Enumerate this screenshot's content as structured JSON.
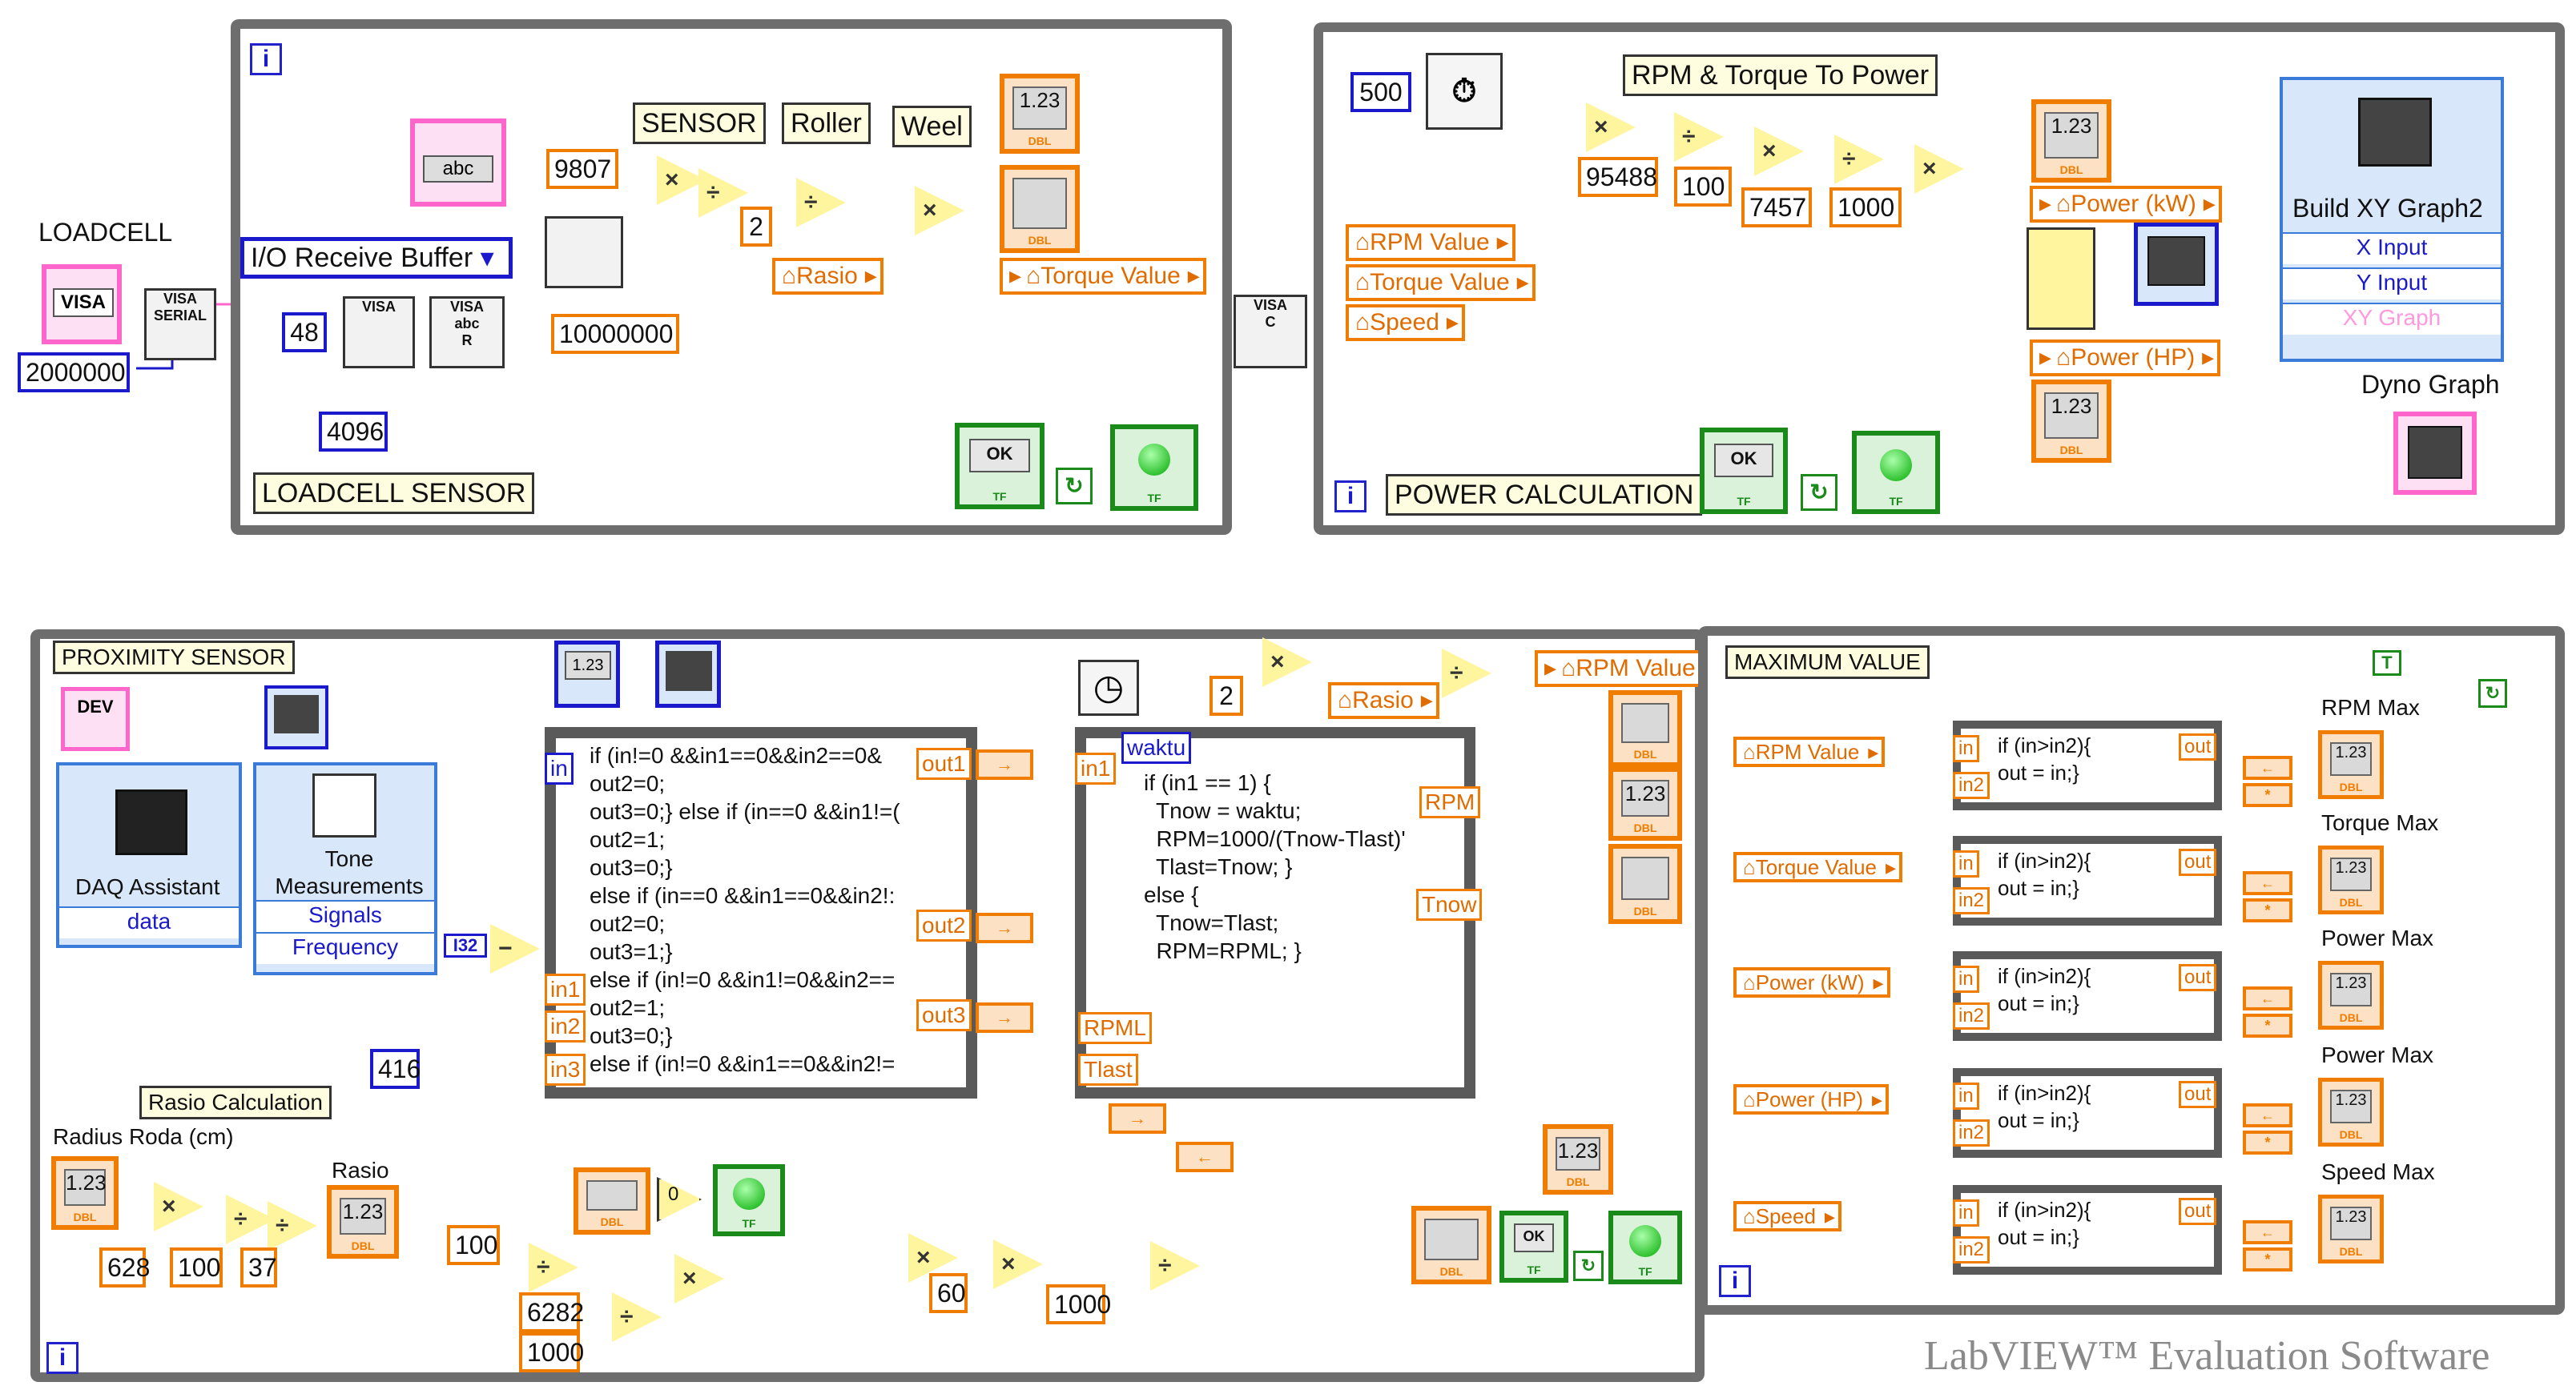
{
  "panels": {
    "loadcell": {
      "title": "LOADCELL SENSOR",
      "outer_label": "LOADCELL",
      "labels": [
        "SENSOR",
        "Roller",
        "Weel"
      ],
      "constants": {
        "baud": "2000000",
        "c48": "48",
        "c4096": "4096",
        "c9807": "9807",
        "c2": "2",
        "c10000000": "10000000"
      },
      "visa_resource": "VISA",
      "io_buffer": "I/O Receive Buffer",
      "read_label": "R",
      "string_indicator": "abc",
      "local_rasio": "Rasio",
      "local_torque": "Torque Value",
      "ok_label": "OK"
    },
    "power": {
      "title": "POWER CALCULATION",
      "label_top": "RPM & Torque To Power",
      "constants": {
        "c500": "500",
        "c95488": "95488",
        "c100": "100",
        "c7457": "7457",
        "c1000": "1000"
      },
      "locals_read": [
        "RPM Value",
        "Torque Value",
        "Speed"
      ],
      "locals_write": [
        "Power (kW)",
        "Power (HP)"
      ],
      "xy": {
        "title": "Build XY Graph2",
        "rows": [
          "X Input",
          "Y Input",
          "XY Graph"
        ]
      },
      "graph_label": "Dyno Graph",
      "ok_label": "OK"
    },
    "proximity": {
      "title": "PROXIMITY SENSOR",
      "daq": {
        "title": "DAQ Assistant",
        "row": "data"
      },
      "tone": {
        "title": "Tone Measurements",
        "rows": [
          "Signals",
          "Frequency"
        ]
      },
      "dev_label": "DEV",
      "i32_label": "I32",
      "c416": "416",
      "script1": {
        "in_left": "in",
        "in_bottom": [
          "in1",
          "in2",
          "in3"
        ],
        "outs": [
          "out1",
          "out2",
          "out3"
        ],
        "code": "if (in!=0 &&in1==0&&in2==0&\nout2=0;\nout3=0;} else if (in==0 &&in1!=(\nout2=1;\nout3=0;}\nelse if (in==0 &&in1==0&&in2!:\nout2=0;\nout3=1;}\nelse if (in!=0 &&in1!=0&&in2==\nout2=1;\nout3=0;}\nelse if (in!=0 &&in1==0&&in2!="
      },
      "script2": {
        "in1": "in1",
        "waktu": "waktu",
        "outs": [
          "RPM",
          "Tnow"
        ],
        "ins": [
          "RPML",
          "Tlast"
        ],
        "code": "if (in1 == 1) {\n  Tnow = waktu;\n  RPM=1000/(Tnow-Tlast)'\n  Tlast=Tnow; }\nelse {\n  Tnow=Tlast;\n  RPM=RPML; }"
      },
      "c2": "2",
      "local_rasio": "Rasio",
      "local_rpm": "RPM Value",
      "rasio_calc": {
        "title": "Rasio Calculation",
        "radius": "Radius Roda (cm)",
        "rasio": "Rasio",
        "c628": "628",
        "c100": "100",
        "c37": "37"
      },
      "bottom_consts": {
        "c100": "100",
        "c6282": "6282",
        "c1000a": "1000",
        "c60": "60",
        "c1000b": "1000"
      },
      "ok_label": "OK",
      "zero": "0"
    },
    "maximum": {
      "title": "MAXIMUM VALUE",
      "rows": [
        {
          "input": "RPM Value",
          "output": "RPM Max"
        },
        {
          "input": "Torque Value",
          "output": "Torque Max"
        },
        {
          "input": "Power (kW)",
          "output": "Power Max"
        },
        {
          "input": "Power (HP)",
          "output": "Power Max"
        },
        {
          "input": "Speed",
          "output": "Speed Max"
        }
      ],
      "code": "if (in>in2){\nout = in;}",
      "term_in": "in",
      "term_in2": "in2",
      "term_out": "out",
      "true_const": "T"
    }
  },
  "indicator_num": "1.23",
  "indicator_tag": "DBL",
  "bool_tag": "TF",
  "loop_icon": "i",
  "watermark": "LabVIEW™ Evaluation Software",
  "colors": {
    "orange": "#f07d00",
    "blue": "#1a1acc",
    "green": "#1a8a1a",
    "pink": "#ff66cc",
    "frame": "#6e6e6e"
  }
}
